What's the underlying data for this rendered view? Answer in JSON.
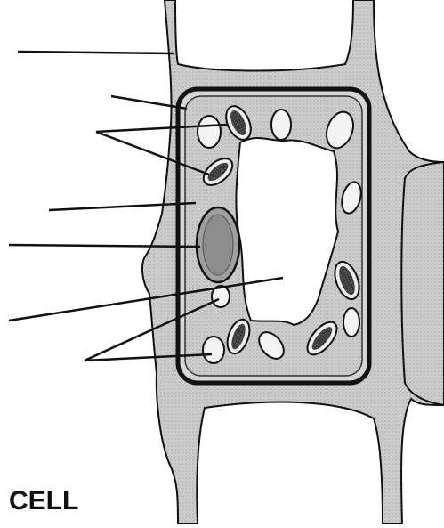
{
  "diagram": {
    "caption": "CELL",
    "colors": {
      "ink": "#111111",
      "wall_fill": "#c9c9c9",
      "cytoplasm_fill": "#d9d9d9",
      "vacuole_fill": "#ffffff",
      "organelle_light": "#f4f4f4",
      "chloroplast_dark": "#3a3a3a",
      "nucleus_fill": "#a8a8a8"
    },
    "label_lines": [
      {
        "id": "cell-wall",
        "label": ""
      },
      {
        "id": "cell-membrane",
        "label": ""
      },
      {
        "id": "chloroplast",
        "label": ""
      },
      {
        "id": "cytoplasm",
        "label": ""
      },
      {
        "id": "nucleus",
        "label": ""
      },
      {
        "id": "vacuole",
        "label": ""
      },
      {
        "id": "mitochondrion",
        "label": ""
      }
    ]
  }
}
